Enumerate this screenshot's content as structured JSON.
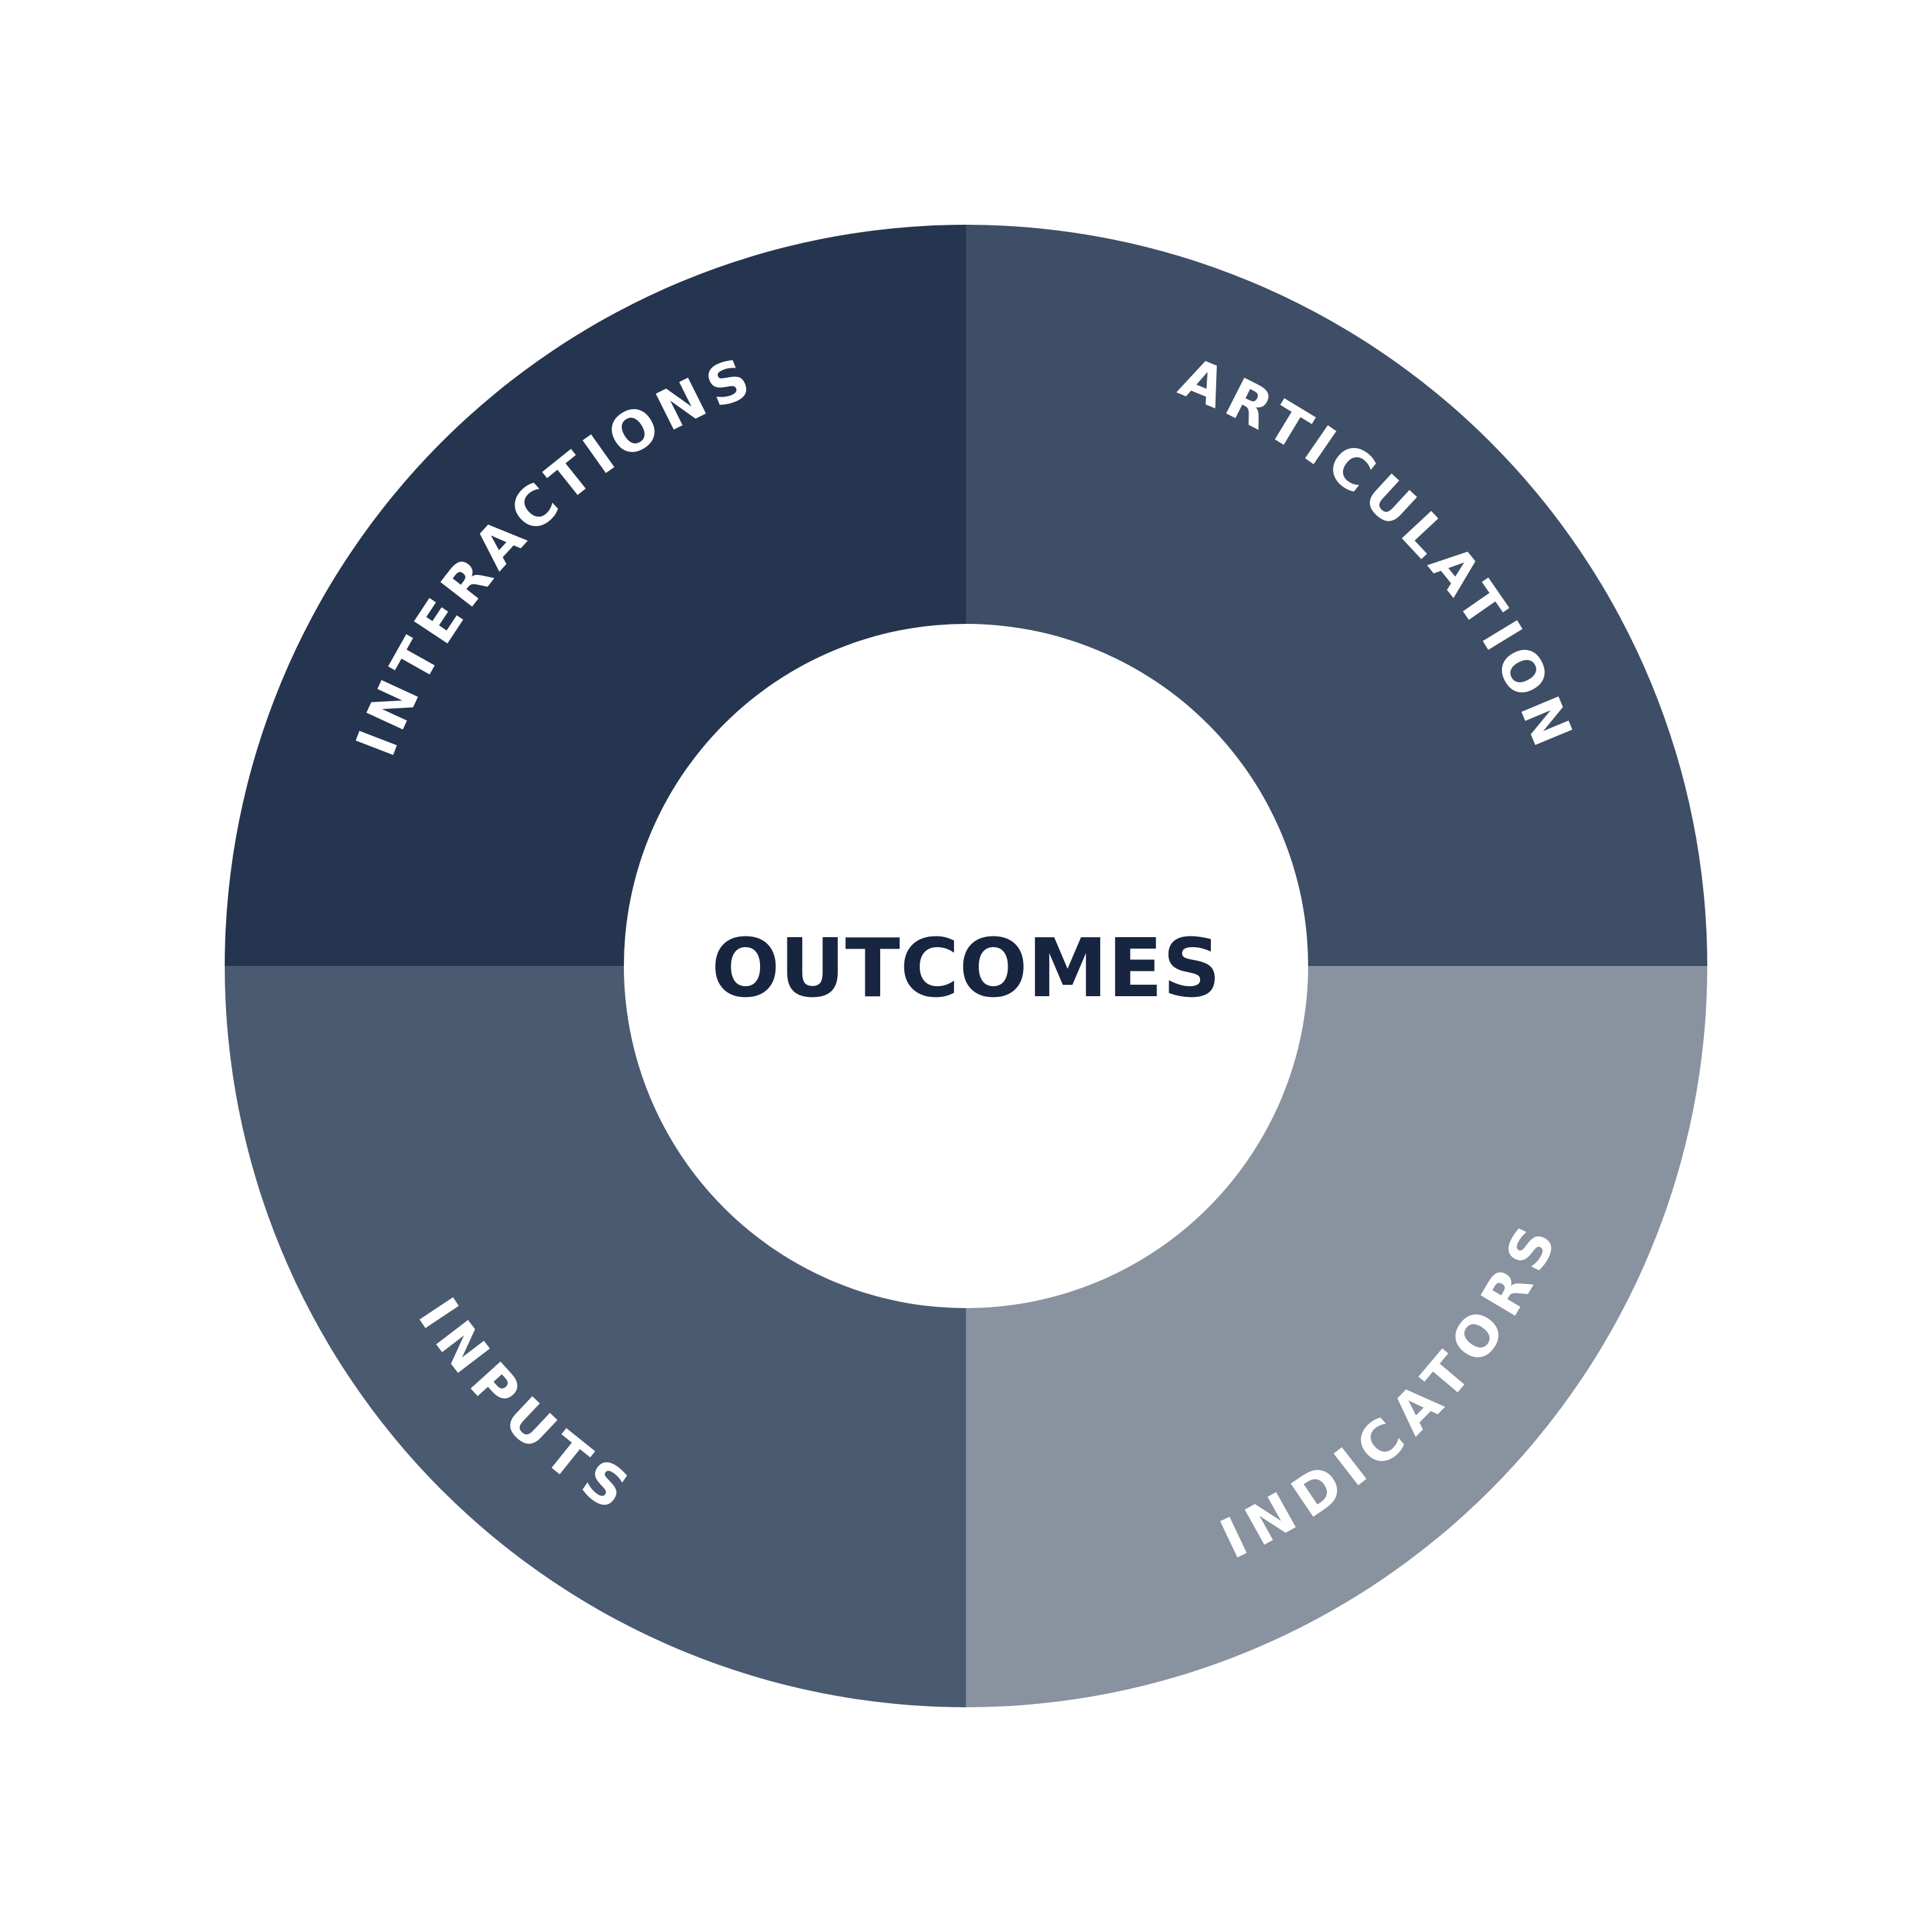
{
  "diagram": {
    "center": {
      "label": "OUTCOMES",
      "color": "#172540"
    },
    "segments": [
      {
        "id": "interactions",
        "label": "INTERACTIONS",
        "color": "#253550"
      },
      {
        "id": "articulation",
        "label": "ARTICULATION",
        "color": "#3d4e66"
      },
      {
        "id": "indicators",
        "label": "INDICATORS",
        "color": "#89929f"
      },
      {
        "id": "inputs",
        "label": "INPUTS",
        "color": "#4a5a70"
      }
    ],
    "label_color": "#ffffff",
    "background": "#ffffff"
  }
}
